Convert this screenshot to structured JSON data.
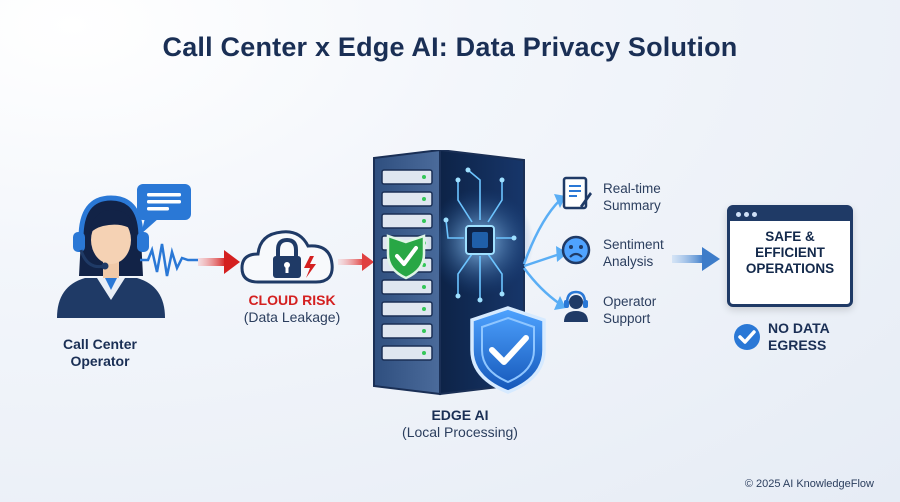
{
  "title": "Call Center x Edge AI: Data Privacy Solution",
  "operator": {
    "line1": "Call Center",
    "line2": "Operator"
  },
  "cloud": {
    "risk_label": "CLOUD RISK",
    "risk_sub": "(Data Leakage)"
  },
  "edge": {
    "label": "EDGE AI",
    "sub": "(Local Processing)"
  },
  "features": [
    {
      "line1": "Real-time",
      "line2": "Summary",
      "icon": "document-icon"
    },
    {
      "line1": "Sentiment",
      "line2": "Analysis",
      "icon": "sad-face-icon"
    },
    {
      "line1": "Operator",
      "line2": "Support",
      "icon": "headset-person-icon"
    }
  ],
  "result": {
    "line1": "SAFE &",
    "line2": "EFFICIENT",
    "line3": "OPERATIONS"
  },
  "egress": {
    "line1": "NO DATA",
    "line2": "EGRESS"
  },
  "copyright": "© 2025 AI KnowledgeFlow",
  "colors": {
    "navy": "#1a2f55",
    "accent_blue": "#2a78d6",
    "risk_red": "#d42020",
    "shield_green": "#28a745"
  }
}
